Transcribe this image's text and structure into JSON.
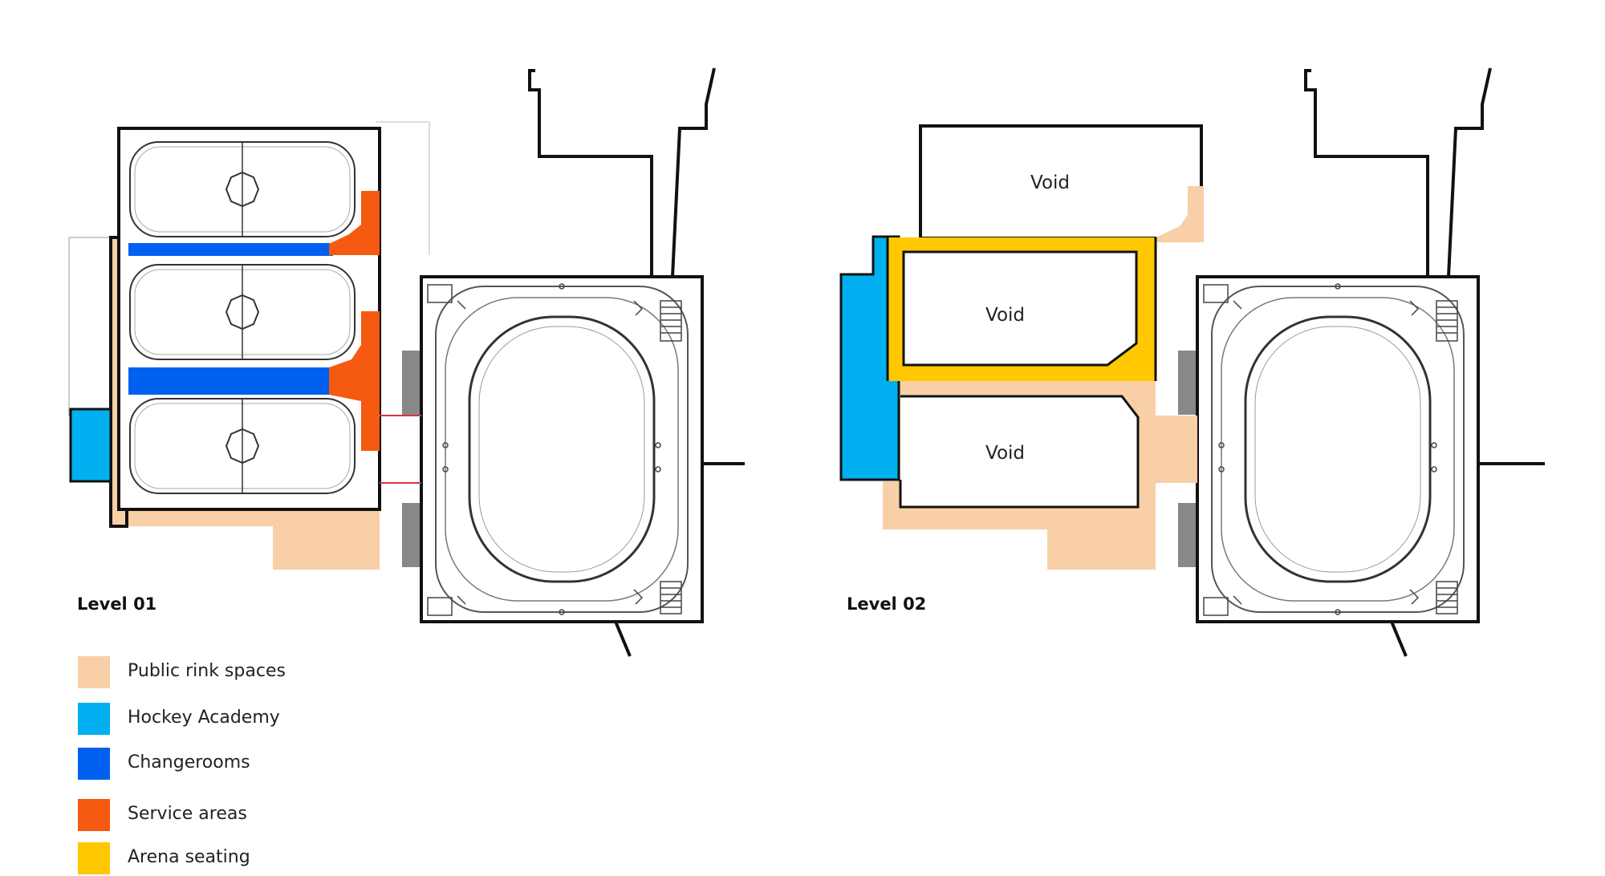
{
  "colors": {
    "public_rink": "#f8cfa6",
    "hockey_academy": "#00b0f0",
    "changerooms": "#0060f0",
    "service_areas": "#f55a10",
    "arena_seating": "#ffc800",
    "outline": "#111111"
  },
  "plans": [
    {
      "level_label": "Level 01",
      "void_labels": []
    },
    {
      "level_label": "Level 02",
      "void_labels": [
        "Void",
        "Void",
        "Void"
      ]
    }
  ],
  "legend": [
    {
      "label": "Public rink spaces",
      "color": "#f8cfa6"
    },
    {
      "label": "Hockey Academy",
      "color": "#00b0f0"
    },
    {
      "label": "Changerooms",
      "color": "#0060f0"
    },
    {
      "label": "Service areas",
      "color": "#f55a10"
    },
    {
      "label": "Arena seating",
      "color": "#ffc800"
    }
  ]
}
